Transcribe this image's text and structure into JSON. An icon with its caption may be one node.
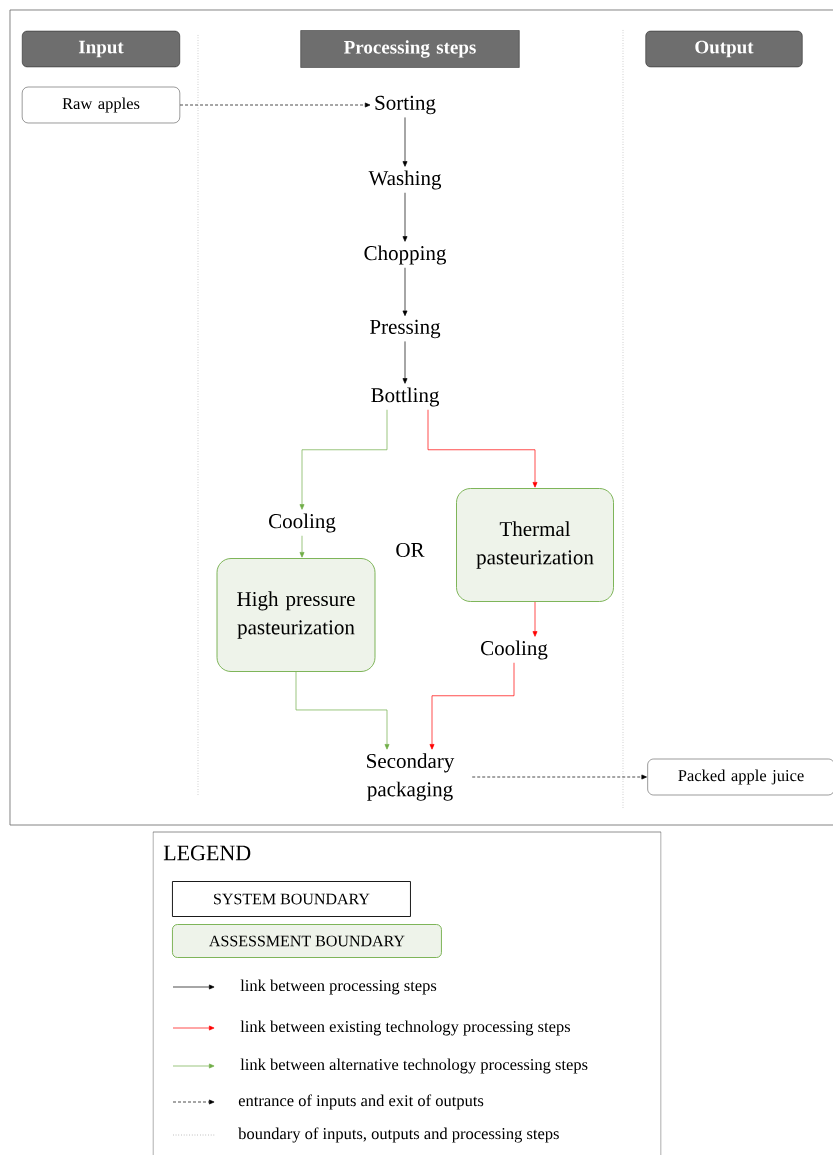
{
  "diagram": {
    "nodes": [
      {
        "text": [
          "Input"
        ]
      },
      {
        "text": [
          "Processing steps"
        ]
      },
      {
        "text": [
          "Output"
        ]
      },
      {
        "text": [
          "Raw apples"
        ]
      },
      {
        "text": [
          "Sorting"
        ]
      },
      {
        "text": [
          "Washing"
        ]
      },
      {
        "text": [
          "Chopping"
        ]
      },
      {
        "text": [
          "Pressing"
        ]
      },
      {
        "text": [
          "Bottling"
        ]
      },
      {
        "text": [
          "Cooling"
        ]
      },
      {
        "text": [
          "Thermal pasteurization"
        ]
      },
      {
        "text": [
          "High pressure pasteurization"
        ]
      },
      {
        "text": [
          "Cooling"
        ]
      },
      {
        "text": [
          "Secondary packaging"
        ]
      },
      {
        "text": [
          "Packed apple juice"
        ]
      }
    ],
    "edges": [
      {
        "from": 3,
        "to": 4,
        "arrow": "to",
        "style": "dashed"
      },
      {
        "from": 4,
        "to": 5,
        "arrow": "to"
      },
      {
        "from": 5,
        "to": 6,
        "arrow": "to"
      },
      {
        "from": 6,
        "to": 7,
        "arrow": "to"
      },
      {
        "from": 7,
        "to": 8,
        "arrow": "to"
      },
      {
        "from": 8,
        "to": 9,
        "arrow": "to",
        "color": "#70ad47"
      },
      {
        "from": 9,
        "to": 11,
        "arrow": "to",
        "color": "#70ad47"
      },
      {
        "from": 11,
        "to": 13,
        "arrow": "to",
        "color": "#70ad47"
      },
      {
        "from": 8,
        "to": 10,
        "arrow": "to",
        "color": "#ff0000"
      },
      {
        "from": 10,
        "to": 12,
        "arrow": "to",
        "color": "#ff0000"
      },
      {
        "from": 12,
        "to": 13,
        "arrow": "to",
        "color": "#ff0000"
      },
      {
        "from": 13,
        "to": 14,
        "arrow": "to",
        "style": "dashed"
      }
    ],
    "labels": [
      "OR",
      "LEGEND"
    ],
    "legend": [
      {
        "text": "SYSTEM BOUNDARY"
      },
      {
        "text": "ASSESSMENT BOUNDARY"
      },
      {
        "text": "link between processing steps"
      },
      {
        "text": "link between existing technology processing steps"
      },
      {
        "text": "link between alternative technology processing steps"
      },
      {
        "text": "entrance of inputs and exit of outputs"
      },
      {
        "text": "boundary of inputs, outputs and processing steps"
      }
    ]
  }
}
